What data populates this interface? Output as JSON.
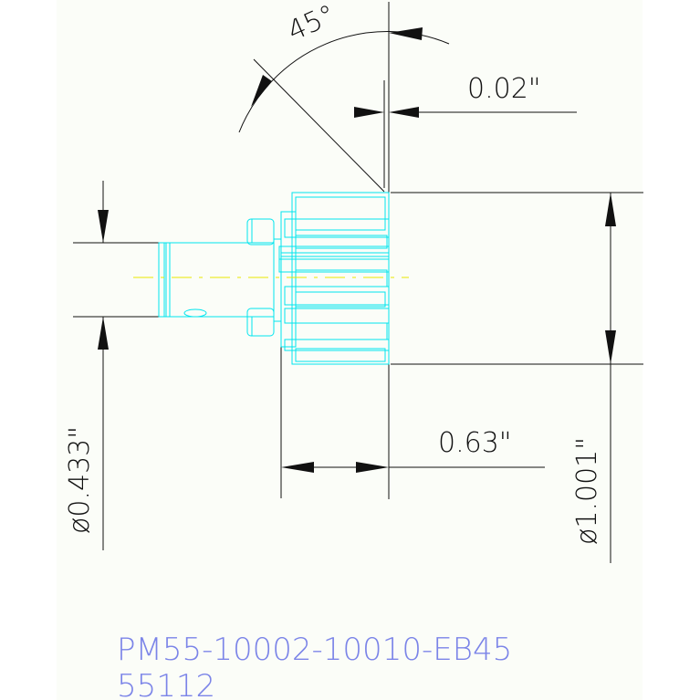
{
  "drawing": {
    "angle_label": "45°",
    "chamfer_label": "0.02\"",
    "shaft_diameter_label": "ø0.433\"",
    "length_label": "0.63\"",
    "gear_diameter_label": "ø1.001\""
  },
  "part": {
    "number": "PM55-10002-10010-EB45",
    "code": "55112"
  },
  "colors": {
    "background": "#ffffff",
    "sheet": "#fbfdf8",
    "dimension_lines": "#111111",
    "part_outline": "#00e5ee",
    "centerline": "#e8e800",
    "part_text": "#7b84e8"
  }
}
